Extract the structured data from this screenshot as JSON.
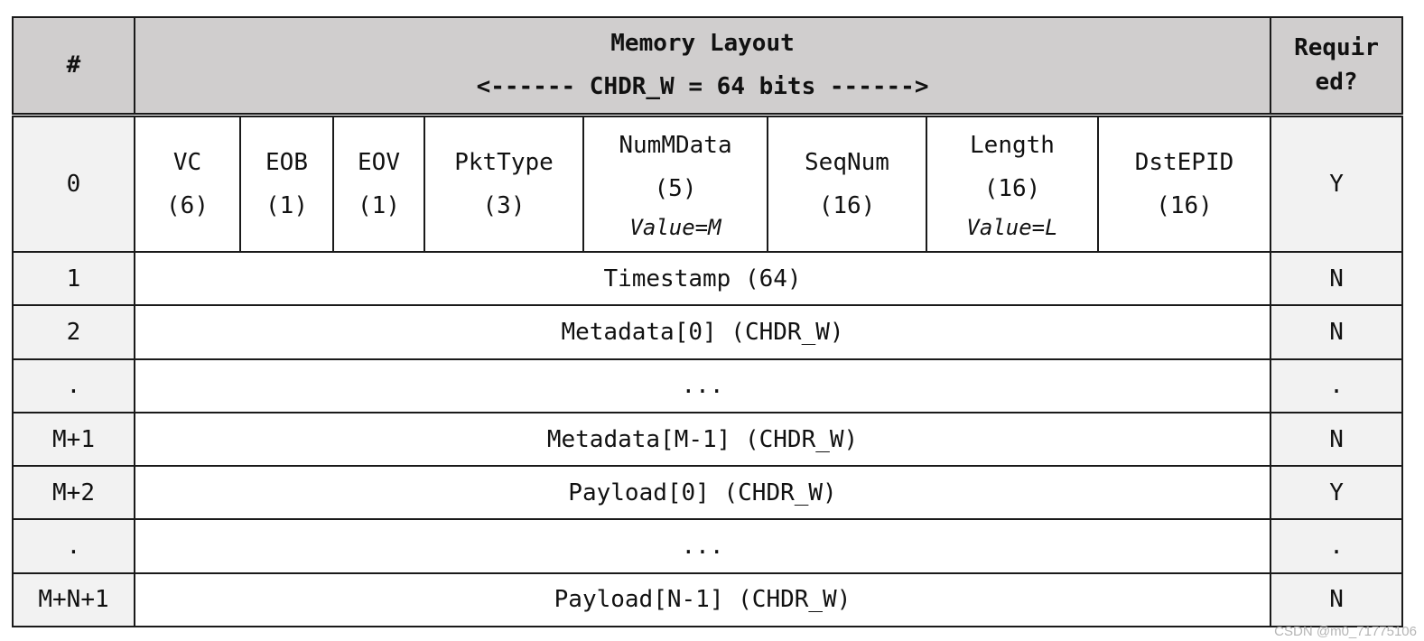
{
  "header": {
    "index_col": "#",
    "title": "Memory Layout",
    "width_note": "<------ CHDR_W = 64 bits ------>",
    "required_col_line1": "Requir",
    "required_col_line2": "ed?"
  },
  "row0": {
    "index": "0",
    "fields": [
      {
        "name": "VC",
        "bits": "(6)",
        "value": ""
      },
      {
        "name": "EOB",
        "bits": "(1)",
        "value": ""
      },
      {
        "name": "EOV",
        "bits": "(1)",
        "value": ""
      },
      {
        "name": "PktType",
        "bits": "(3)",
        "value": ""
      },
      {
        "name": "NumMData",
        "bits": "(5)",
        "value": "Value=M"
      },
      {
        "name": "SeqNum",
        "bits": "(16)",
        "value": ""
      },
      {
        "name": "Length",
        "bits": "(16)",
        "value": "Value=L"
      },
      {
        "name": "DstEPID",
        "bits": "(16)",
        "value": ""
      }
    ],
    "required": "Y"
  },
  "rows": [
    {
      "index": "1",
      "content": "Timestamp (64)",
      "required": "N"
    },
    {
      "index": "2",
      "content": "Metadata[0] (CHDR_W)",
      "required": "N"
    },
    {
      "index": ".",
      "content": "...",
      "required": "."
    },
    {
      "index": "M+1",
      "content": "Metadata[M-1] (CHDR_W)",
      "required": "N"
    },
    {
      "index": "M+2",
      "content": "Payload[0] (CHDR_W)",
      "required": "Y"
    },
    {
      "index": ".",
      "content": "...",
      "required": "."
    },
    {
      "index": "M+N+1",
      "content": "Payload[N-1] (CHDR_W)",
      "required": "N"
    }
  ],
  "watermark": "CSDN @m0_71775106"
}
